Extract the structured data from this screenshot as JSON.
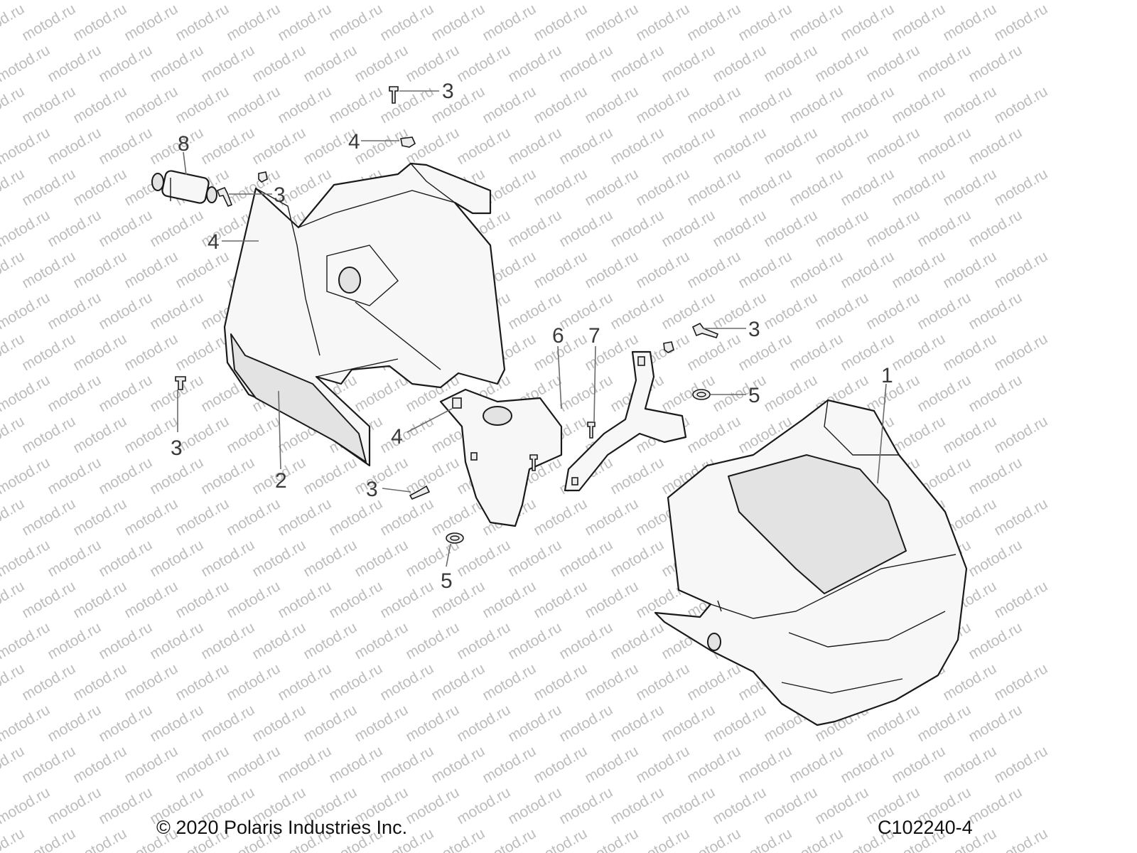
{
  "watermark": {
    "text": "motod.ru"
  },
  "copyright": "© 2020 Polaris Industries Inc.",
  "figure_id": "C102240-4",
  "callouts": [
    "3",
    "4",
    "8",
    "3",
    "4",
    "3",
    "2",
    "6",
    "7",
    "3",
    "5",
    "4",
    "3",
    "5",
    "1"
  ],
  "colors": {
    "line": "#1a1a1a",
    "callout": "#3a3a3a",
    "watermark": "#bdbdbd"
  }
}
